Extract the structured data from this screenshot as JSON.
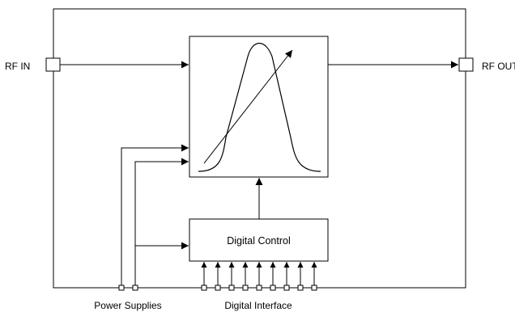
{
  "diagram": {
    "labels": {
      "rf_in": "RF IN",
      "rf_out": "RF OUT",
      "digital_control": "Digital Control",
      "power_supplies": "Power Supplies",
      "digital_interface": "Digital Interface"
    },
    "power_supply_pin_count": 2,
    "digital_interface_pin_count": 9,
    "colors": {
      "stroke": "#000000",
      "background": "#ffffff"
    }
  }
}
